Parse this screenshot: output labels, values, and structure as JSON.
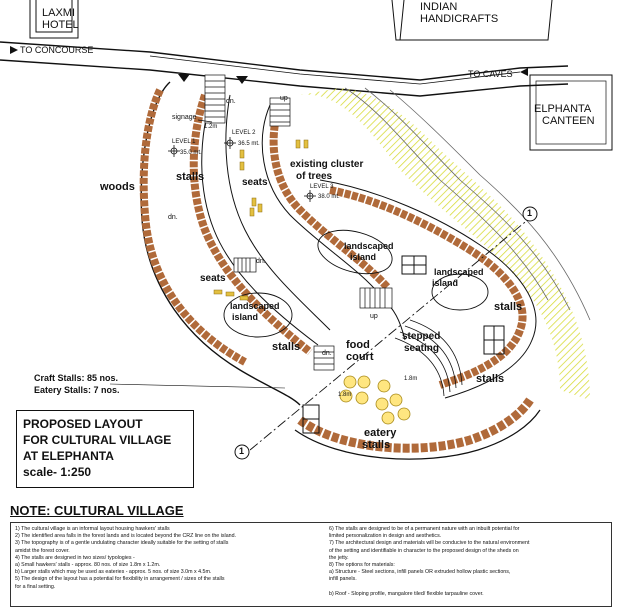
{
  "labels": {
    "laxmi_hotel_1": "LAXMI",
    "laxmi_hotel_2": "HOTEL",
    "indian_handicrafts_1": "INDIAN",
    "indian_handicrafts_2": "HANDICRAFTS",
    "to_concourse": "TO CONCOURSE",
    "to_caves": "TO CAVES",
    "canteen_1": "ELPHANTA",
    "canteen_2": "CANTEEN",
    "signage": "signage",
    "level1": "LEVEL 1",
    "level1_val": "35.0 mt.",
    "level2": "LEVEL 2",
    "level2_val": "36.5 mt.",
    "level3": "LEVEL 3",
    "level3_val": "38.0 mt.",
    "existing_trees_1": "existing cluster",
    "existing_trees_2": "of trees",
    "woods": "woods",
    "stalls": "stalls",
    "seats": "seats",
    "landscaped": "landscaped",
    "island": "island",
    "food": "food",
    "court": "court",
    "stepped": "stepped",
    "seating": "seating",
    "eatery": "eatery",
    "dn": "dn.",
    "up": "up",
    "section_mark": "1",
    "dim_12m": "1.2m",
    "dim_18m": "1.8m",
    "craft_stalls": "Craft Stalls: 85 nos.",
    "eatery_stalls": "Eatery Stalls: 7 nos."
  },
  "title_block": {
    "line1": "PROPOSED LAYOUT",
    "line2": "FOR CULTURAL VILLAGE",
    "line3": "AT ELEPHANTA",
    "line4": "scale- 1:250"
  },
  "note_heading": "NOTE: CULTURAL VILLAGE",
  "notes_left": [
    "1) The cultural village is an informal layout housing hawkers' stalls",
    "2) The identified area falls in the forest lands and is located beyond the CRZ line on the island.",
    "3) The topography is of a gentle undulating character ideally suitable for the setting of stalls",
    "    amidst the forest cover.",
    "4) The stalls are designed in two sizes/ typologies -",
    "    a) Small hawkers' stalls - approx. 80 nos. of size 1.8m x 1.2m.",
    "    b) Larger stalls which may be used as eateries - approx. 5 nos. of size 3.0m x 4.5m.",
    "5) The design of the layout has a potential for flexibility in arrangement / sizes of the stalls",
    "    for a final setting."
  ],
  "notes_right": [
    "6) The stalls are designed to be of a permanent nature with an inbuilt potential for",
    "    limited personalization in design and aesthetics.",
    "7) The architectural design and materials will be conducive to the natural environment",
    "    of the setting and identifiable in character to the proposed design of the sheds on",
    "    the jetty.",
    "8) The options for materials:",
    "    a) Structure - Steel sections, infill panels OR extruded hollow plastic sections,",
    "        infill panels.",
    "",
    "    b) Roof - Sloping profile, mangalore tiled/ flexible tarpauline cover."
  ],
  "colors": {
    "hatch": "#e8ea6a",
    "stall_fill": "#d9a06a",
    "seat": "#e3c040",
    "line": "#111111"
  }
}
